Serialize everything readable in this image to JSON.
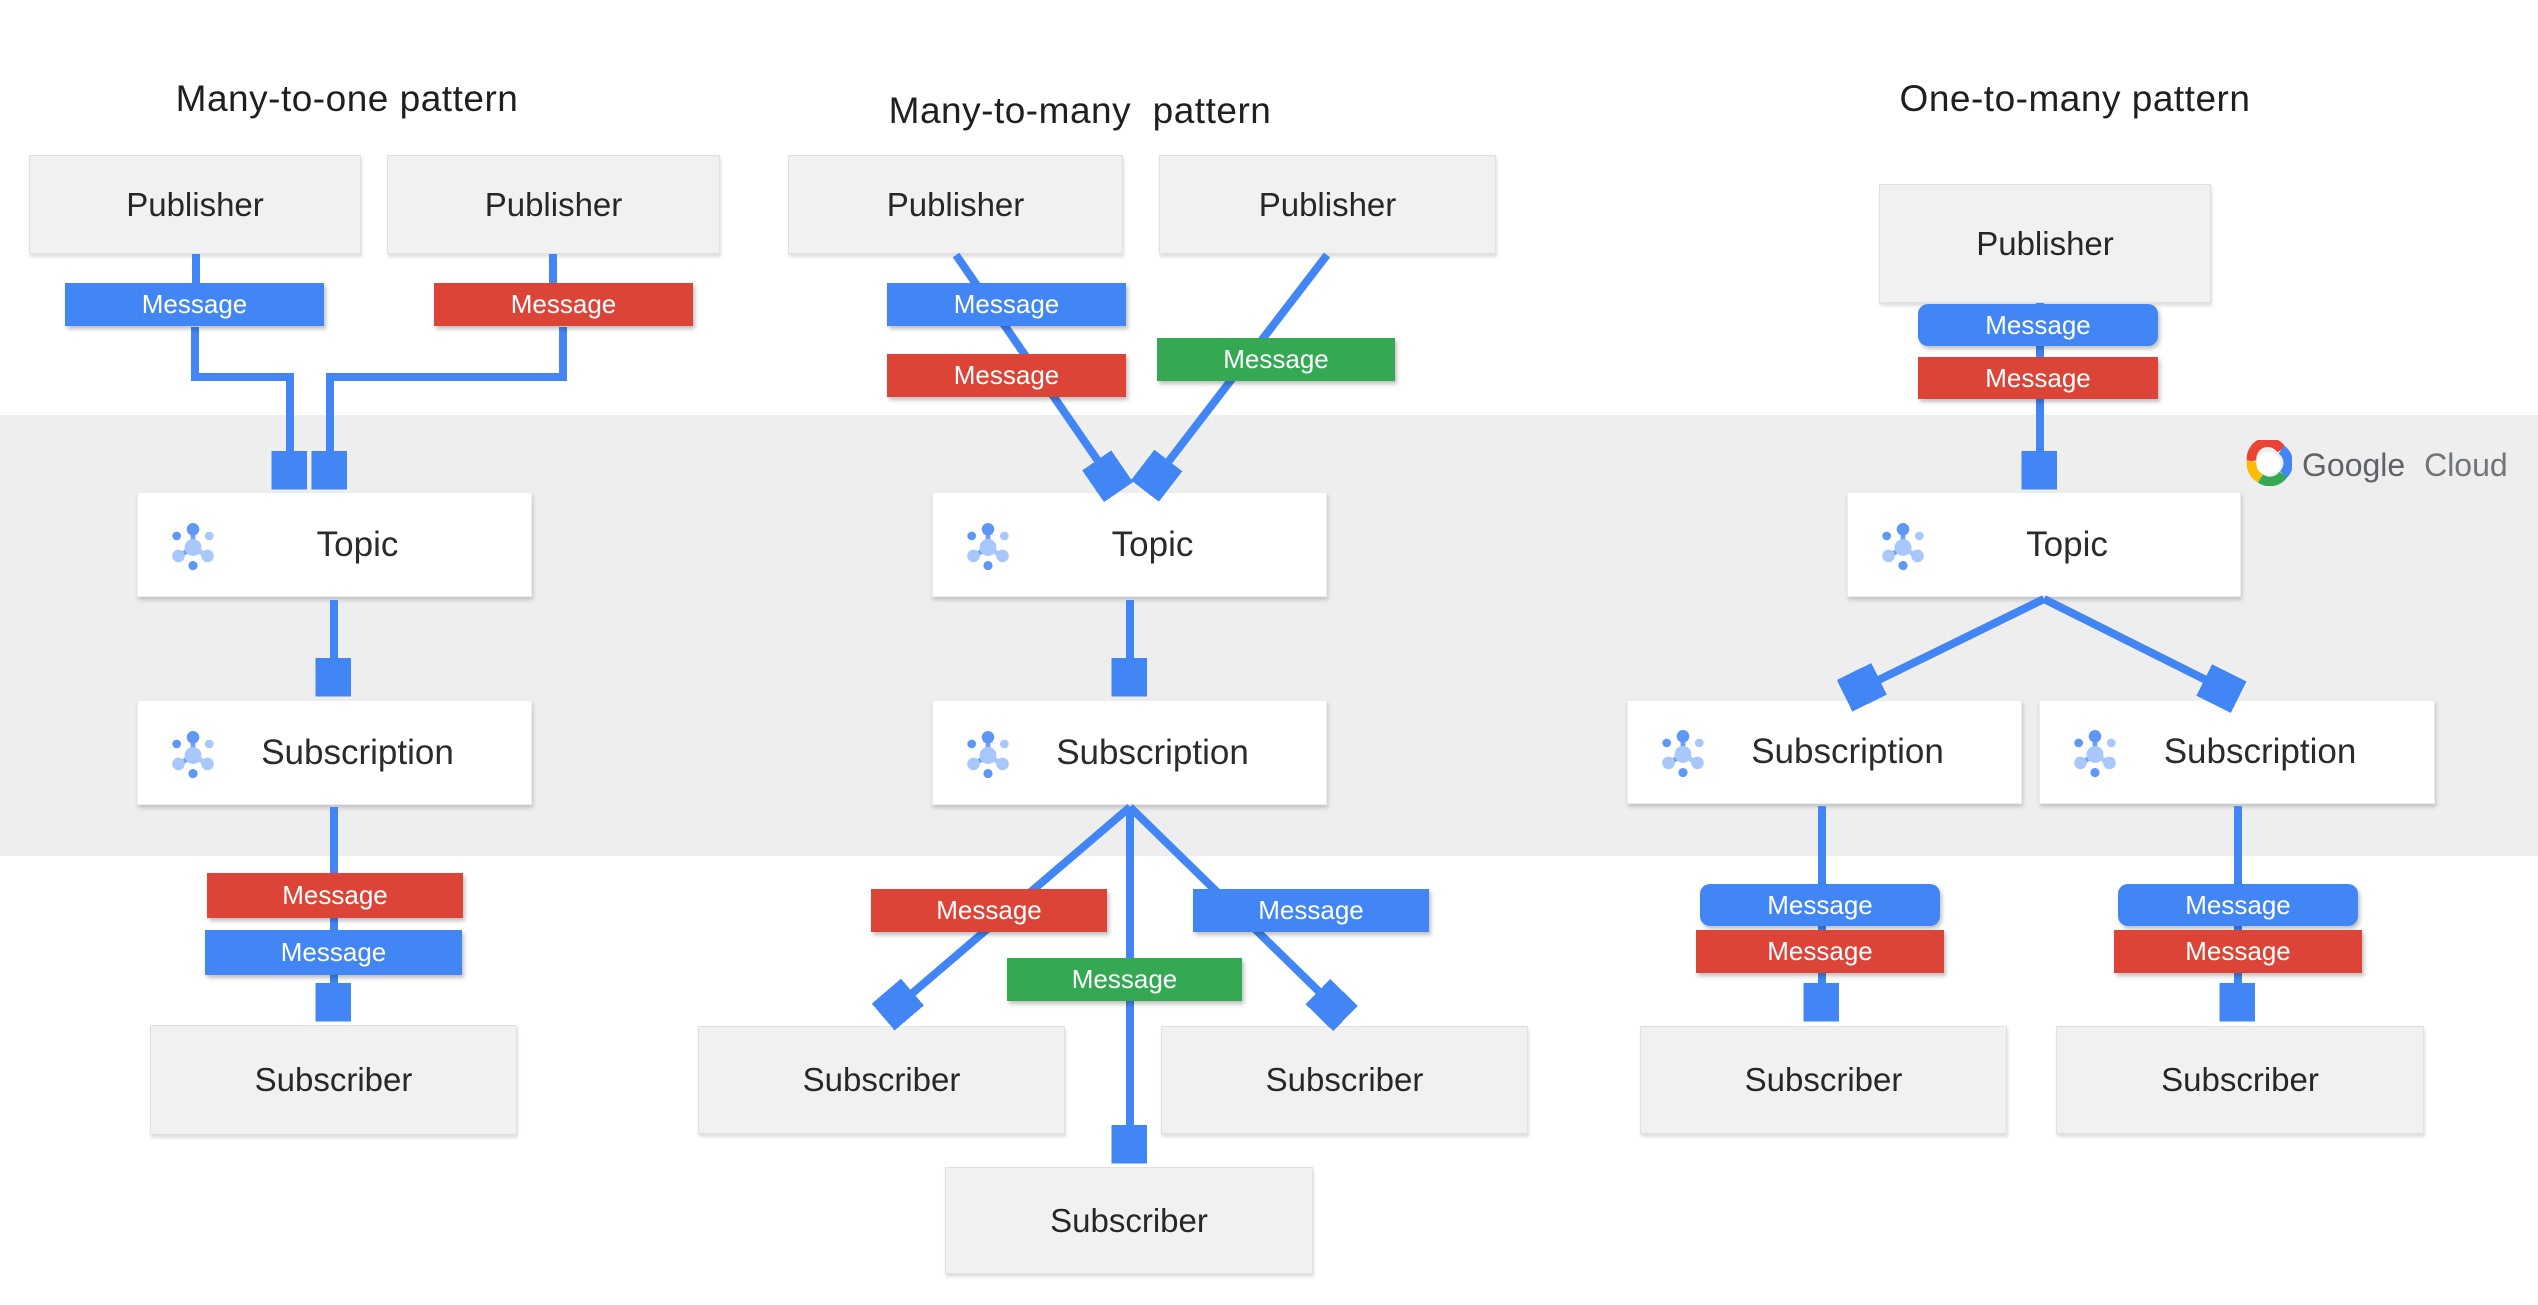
{
  "canvas": {
    "background": "#ffffff",
    "band_color": "#eeeeee"
  },
  "colors": {
    "blue": "#4285F4",
    "red": "#DB4437",
    "green": "#34A853",
    "arrow": "#4285F4"
  },
  "logo": {
    "google": "Google",
    "cloud": " Cloud"
  },
  "icons": {
    "pubsub": "pubsub-topic-icon",
    "cloud": "google-cloud-icon"
  },
  "patterns": [
    {
      "title": "Many-to-one pattern",
      "publishers": [
        "Publisher",
        "Publisher"
      ],
      "topic": "Topic",
      "subscription": "Subscription",
      "subscribers": [
        "Subscriber"
      ],
      "messages": {
        "pub_blue": "Message",
        "pub_red": "Message",
        "sub_red": "Message",
        "sub_blue": "Message"
      }
    },
    {
      "title": "Many-to-many  pattern",
      "publishers": [
        "Publisher",
        "Publisher"
      ],
      "topic": "Topic",
      "subscription": "Subscription",
      "subscribers": [
        "Subscriber",
        "Subscriber",
        "Subscriber"
      ],
      "messages": {
        "pub_blue": "Message",
        "pub_red": "Message",
        "pub_green": "Message",
        "sub_red": "Message",
        "sub_blue": "Message",
        "sub_green": "Message"
      }
    },
    {
      "title": "One-to-many pattern",
      "publishers": [
        "Publisher"
      ],
      "topic": "Topic",
      "subscriptions": [
        "Subscription",
        "Subscription"
      ],
      "subscribers": [
        "Subscriber",
        "Subscriber"
      ],
      "messages": {
        "pub_blue": "Message",
        "pub_red": "Message",
        "sub1_blue": "Message",
        "sub1_red": "Message",
        "sub2_blue": "Message",
        "sub2_red": "Message"
      }
    }
  ]
}
